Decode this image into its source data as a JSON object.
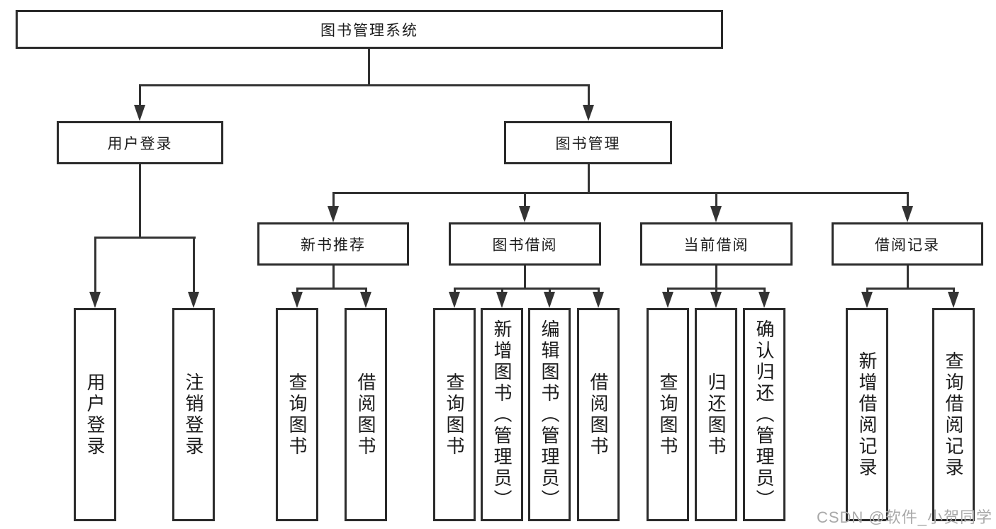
{
  "colors": {
    "line": "#333333",
    "box_border": "#2b2b2b",
    "text": "#1c1c1c",
    "watermark_text": "#a9a9a9"
  },
  "tree": {
    "root": {
      "label": "图书管理系统"
    },
    "branches": [
      {
        "label": "用户登录",
        "children": [
          {
            "label": "用户登录"
          },
          {
            "label": "注销登录"
          }
        ]
      },
      {
        "label": "图书管理",
        "children": [
          {
            "label": "新书推荐",
            "children": [
              {
                "label": "查询图书"
              },
              {
                "label": "借阅图书"
              }
            ]
          },
          {
            "label": "图书借阅",
            "children": [
              {
                "label": "查询图书"
              },
              {
                "label": "新增图书（管理员）"
              },
              {
                "label": "编辑图书（管理员）"
              },
              {
                "label": "借阅图书"
              }
            ]
          },
          {
            "label": "当前借阅",
            "children": [
              {
                "label": "查询图书"
              },
              {
                "label": "归还图书"
              },
              {
                "label": "确认归还（管理员）"
              }
            ]
          },
          {
            "label": "借阅记录",
            "children": [
              {
                "label": "新增借阅记录"
              },
              {
                "label": "查询借阅记录"
              }
            ]
          }
        ]
      }
    ]
  },
  "watermark": "CSDN @软件_小贺同学"
}
